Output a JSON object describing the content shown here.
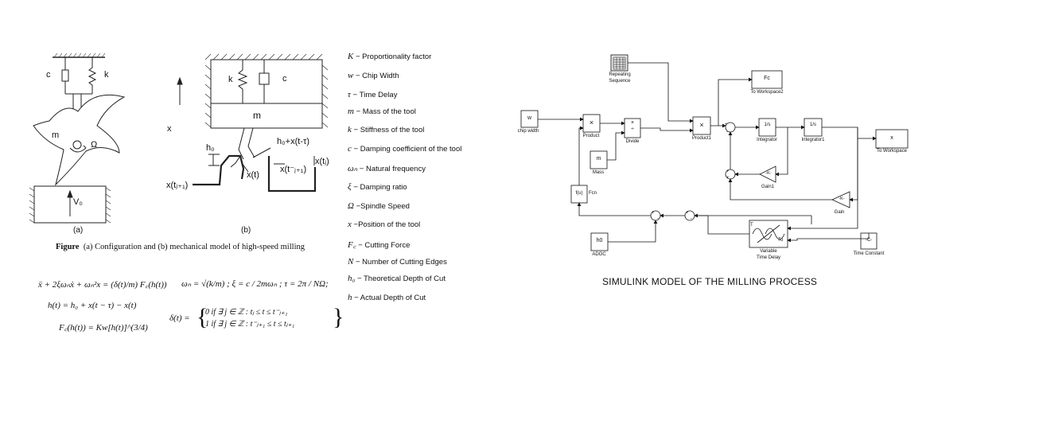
{
  "figure_left": {
    "fig_a": {
      "c_label": "c",
      "k_label": "k",
      "m_label": "m",
      "omega_label": "Ω",
      "v0_label": "V₀",
      "caption": "(a)"
    },
    "fig_b": {
      "k_label": "k",
      "c_label": "c",
      "m_label": "m",
      "x_label": "x",
      "h0_label": "h₀",
      "h0x_label": "h₀+x(t-τ)",
      "xt_label": "x(t)",
      "xtj1_label": "x(tⱼ₊₁)",
      "xtj1_right_label": "x(t⁻ⱼ₊₁)",
      "xtj_label": "x(tⱼ)",
      "caption": "(b)"
    },
    "figure_caption_bold": "Figure",
    "figure_caption_text": "(a) Configuration and (b) mechanical model of high-speed milling",
    "equations": {
      "eq1": "ẍ + 2ξωₙẋ + ωₙ²x = (δ(t)/m) F꜀(h(t))",
      "eq2": "h(t) = h₀ + x(t − τ) − x(t)",
      "eq3": "F꜀(h(t)) = Kw[h(t)]^(3/4)",
      "eq4": "ωₙ = √(k/m)   ;   ξ = c / 2mωₙ   ;   τ = 2π / NΩ;",
      "eq5_lhs": "δ(t) =",
      "eq5_row1": "0      if ∃ j ∈ ℤ   :   tⱼ ≤ t ≤ t⁻ⱼ₊₁",
      "eq5_row2": "1      if ∃ j ∈ ℤ   :   t⁻ⱼ₊₁ ≤ t ≤ tⱼ₊₁"
    }
  },
  "legend": [
    {
      "sym": "K",
      "text": "− Proportionality factor"
    },
    {
      "sym": "w",
      "text": "− Chip Width"
    },
    {
      "sym": "τ",
      "text": "− Time Delay"
    },
    {
      "sym": "m",
      "text": "− Mass of the tool"
    },
    {
      "sym": "k",
      "text": "− Stiffness of the tool"
    },
    {
      "sym": "c",
      "text": "− Damping coefficient of the tool"
    },
    {
      "sym": "ωₙ",
      "text": "− Natural frequency"
    },
    {
      "sym": "ξ",
      "text": "− Damping ratio"
    },
    {
      "sym": "Ω",
      "text": "−Spindle Speed"
    },
    {
      "sym": "x",
      "text": "−Position of the tool"
    },
    {
      "sym": "F꜀",
      "text": "− Cutting Force"
    },
    {
      "sym": "N",
      "text": "− Number of Cutting Edges"
    },
    {
      "sym": "h₀",
      "text": "− Theoretical Depth of Cut"
    },
    {
      "sym": "h",
      "text": "− Actual Depth of Cut"
    }
  ],
  "simulink": {
    "title": "SIMULINK MODEL OF THE MILLING PROCESS",
    "blocks": {
      "repeating_sequence": {
        "label1": "Repeating",
        "label2": "Sequence"
      },
      "fc": {
        "text": "Fc",
        "label": "To Workspace2"
      },
      "w": {
        "text": "w",
        "label": "chip width"
      },
      "product": {
        "text": "×",
        "label": "Product"
      },
      "divide": {
        "text": "×\n÷",
        "label": "Divide"
      },
      "product1": {
        "text": "×",
        "label": "Product1"
      },
      "integrator": {
        "text": "1/s",
        "label": "Integrator"
      },
      "integrator1": {
        "text": "1/s",
        "label": "Integrator1"
      },
      "x": {
        "text": "x",
        "label": "To Workspace"
      },
      "mass": {
        "text": "m",
        "label": "Mass"
      },
      "gain1": {
        "text": "-K-",
        "label": "Gain1"
      },
      "fcn": {
        "text": "f(u)",
        "label": "Fcn"
      },
      "gain": {
        "text": "-K-",
        "label": "Gain"
      },
      "h0": {
        "text": "h0",
        "label": "ADOC"
      },
      "vtd": {
        "label1": "Variable",
        "label2": "Time Delay",
        "port_t": "T",
        "port_to": "To"
      },
      "time_constant": {
        "text": "-C-",
        "label": "Time Constant"
      }
    }
  }
}
